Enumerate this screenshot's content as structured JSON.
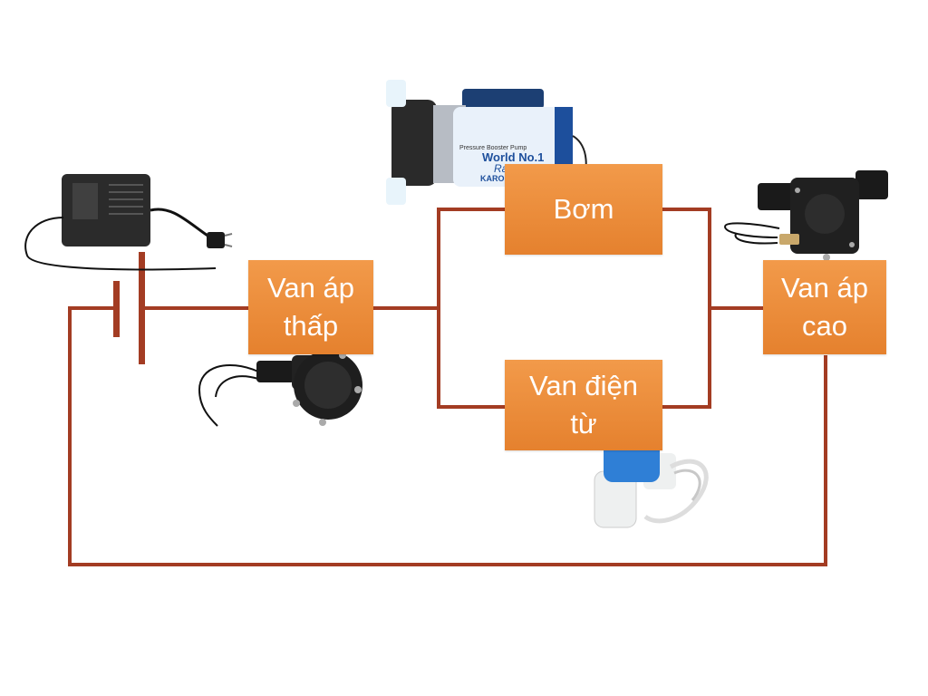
{
  "components": {
    "low_pressure_valve": {
      "label": "Van áp\nthấp"
    },
    "pump": {
      "label": "Bơm"
    },
    "solenoid_valve": {
      "label": "Van điện\ntừ"
    },
    "high_pressure_valve": {
      "label": "Van áp\ncao"
    }
  },
  "pump_photo_text": {
    "brand": "KAROFI",
    "model": "Radian",
    "tagline": "World No.1",
    "product": "Pressure Booster Pump"
  },
  "colors": {
    "wire": "#a33c23",
    "box": "#eb8b38",
    "box_text": "#ffffff"
  }
}
